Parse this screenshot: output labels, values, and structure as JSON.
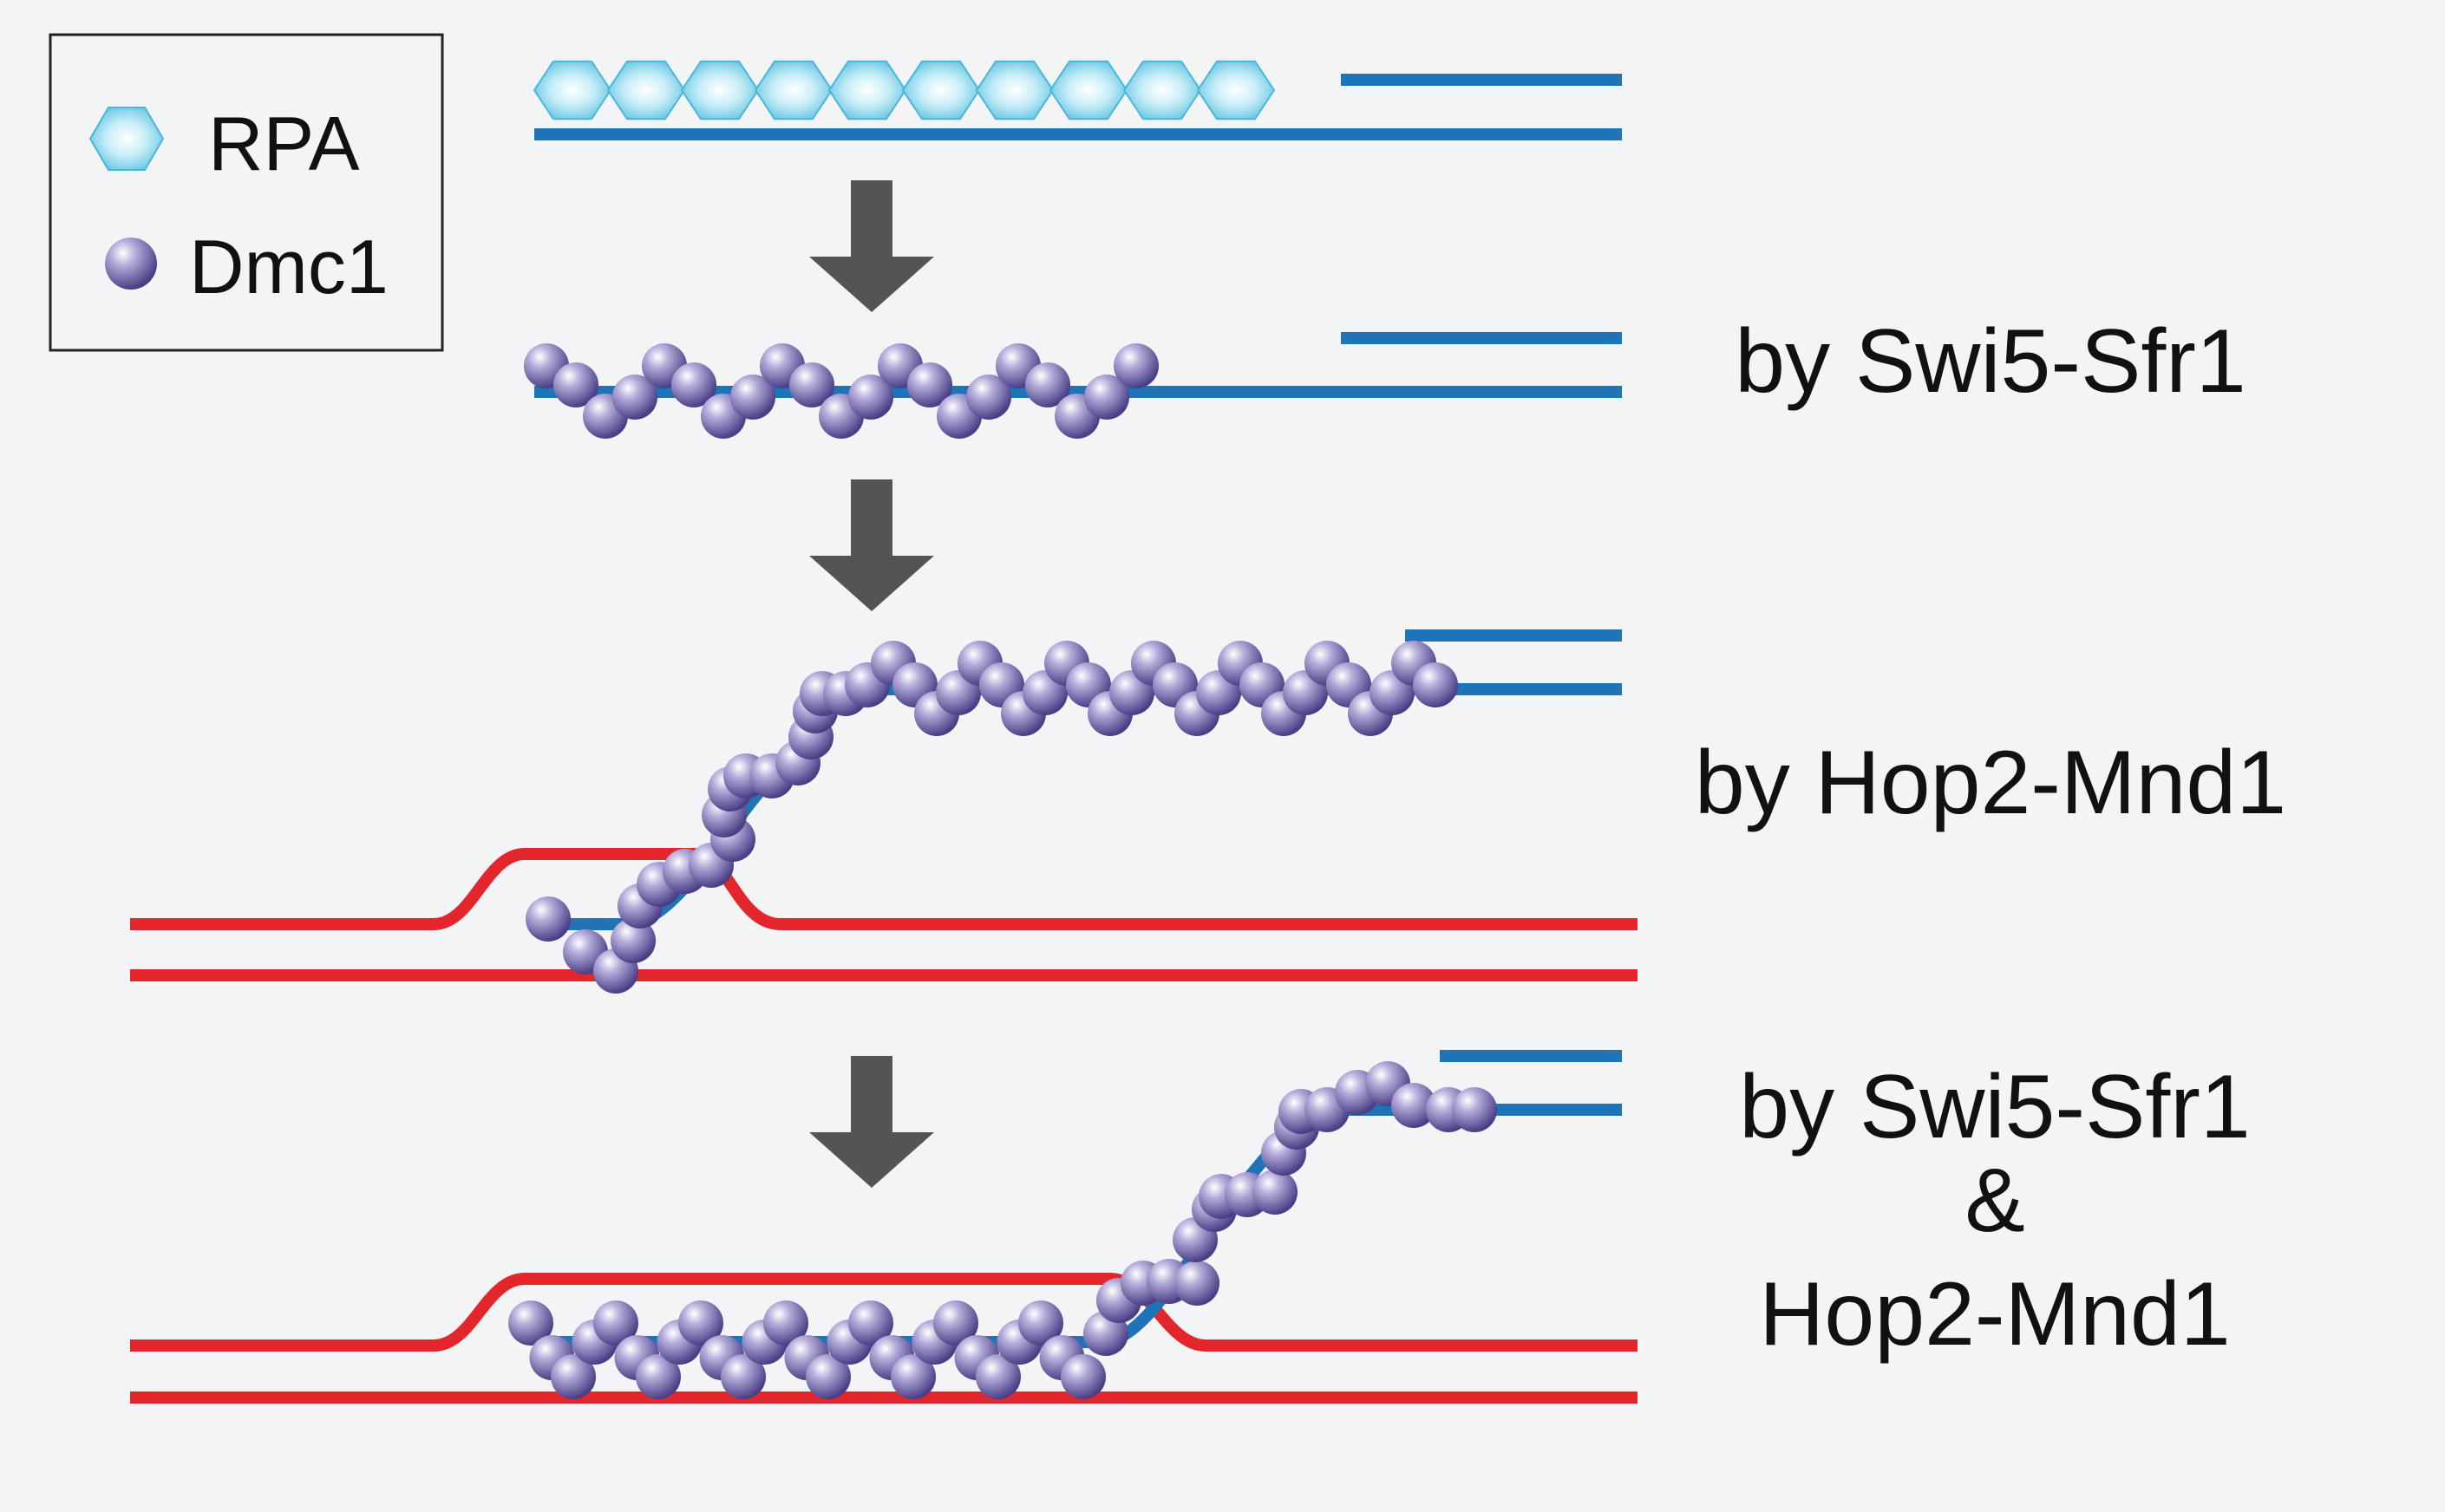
{
  "legend": {
    "rpa_label": "RPA",
    "dmc1_label": "Dmc1"
  },
  "steps": [
    {
      "mediator": "by Swi5-Sfr1"
    },
    {
      "mediator": "by Hop2-Mnd1"
    },
    {
      "mediator_line1": "by Swi5-Sfr1",
      "connector": "&",
      "mediator_line2": "Hop2-Mnd1"
    }
  ],
  "colors": {
    "background": "#f2f4f6",
    "ssdna_strand": "#1f73b7",
    "homologous_dsdna": "#e3262b",
    "arrow": "#545454",
    "rpa_fill": "#8fd7ee",
    "dmc1_fill": "#7b6fb0"
  },
  "icons": {
    "rpa": "hexagon-icon",
    "dmc1": "sphere-icon",
    "step": "down-arrow-icon"
  }
}
